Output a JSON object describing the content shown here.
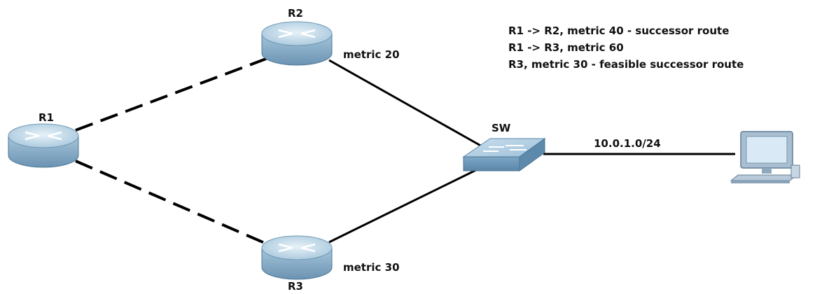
{
  "diagram": {
    "nodes": {
      "r1": {
        "label": "R1",
        "type": "router"
      },
      "r2": {
        "label": "R2",
        "type": "router"
      },
      "r3": {
        "label": "R3",
        "type": "router"
      },
      "sw": {
        "label": "SW",
        "type": "switch"
      },
      "pc": {
        "label": "",
        "type": "workstation"
      }
    },
    "links": [
      {
        "from": "R1",
        "to": "R2",
        "style": "dashed"
      },
      {
        "from": "R1",
        "to": "R3",
        "style": "dashed"
      },
      {
        "from": "R2",
        "to": "SW",
        "style": "solid",
        "label": "metric 20"
      },
      {
        "from": "R3",
        "to": "SW",
        "style": "solid",
        "label": "metric 30"
      },
      {
        "from": "SW",
        "to": "PC",
        "style": "solid",
        "label": "10.0.1.0/24"
      }
    ],
    "legend": [
      "R1 -> R2, metric 40 - successor route",
      "R1 -> R3, metric 60",
      "R3, metric 30 - feasible successor route"
    ],
    "colors": {
      "router_body": "#8fb5cf",
      "router_top": "#b9d4e6",
      "switch_body": "#6f9bbd",
      "switch_top": "#a9c9df",
      "link": "#000000",
      "monitor": "#9fb8cc",
      "screen": "#d8e9f5"
    }
  }
}
